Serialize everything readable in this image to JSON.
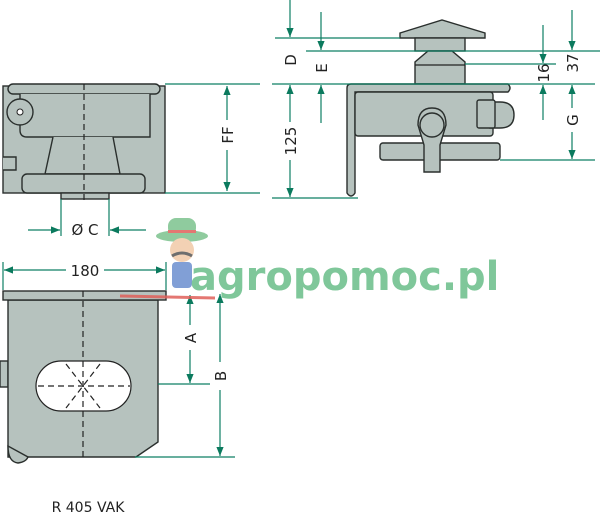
{
  "diagram": {
    "model_label": "R 405 VAK",
    "dimensions": {
      "width": "180",
      "diameter": "Ø C",
      "ff": "FF",
      "a": "A",
      "b": "B",
      "d": "D",
      "e": "E",
      "height_125": "125",
      "dim_16": "16",
      "dim_37": "37",
      "g": "G"
    },
    "watermark": "agropomoc.pl",
    "colors": {
      "part_fill": "#b6c2be",
      "dimension": "#0b7a5e"
    }
  }
}
